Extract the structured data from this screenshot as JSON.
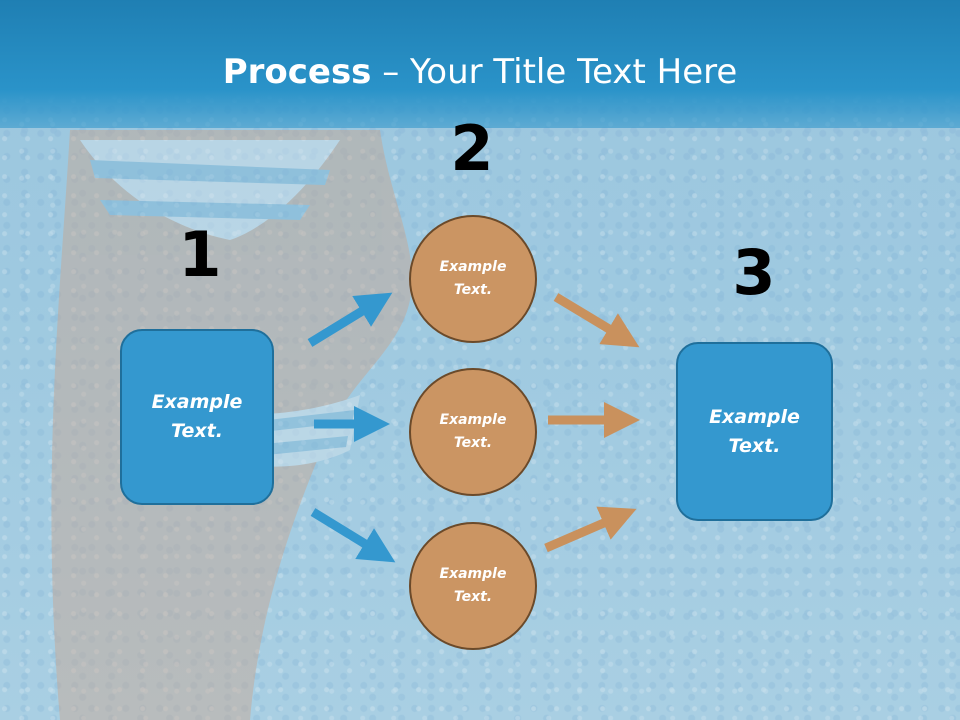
{
  "title": {
    "bold": "Process",
    "rest": " – Your Title Text Here"
  },
  "steps": {
    "one": "1",
    "two": "2",
    "three": "3"
  },
  "left_box": "Example\nText.",
  "circles": [
    "Example\nText.",
    "Example\nText.",
    "Example\nText."
  ],
  "right_box": "Example\nText.",
  "colors": {
    "blue": "#3498cf",
    "tan": "#cb9563"
  }
}
